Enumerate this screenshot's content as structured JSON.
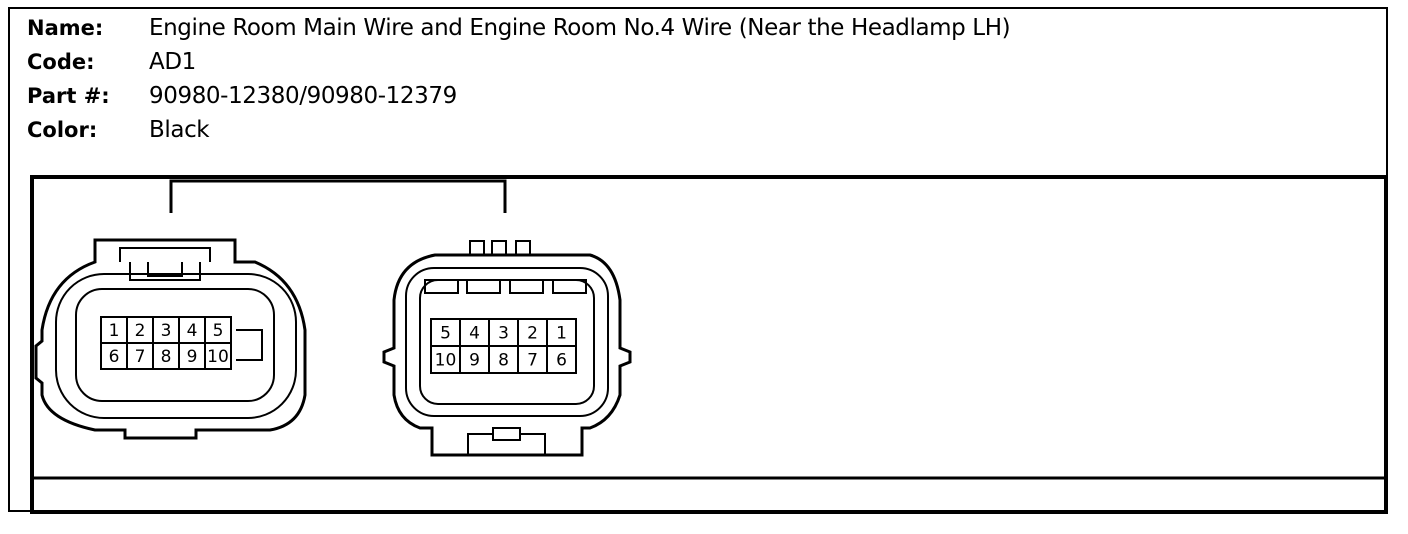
{
  "fields": [
    {
      "label": "Name:",
      "value": "Engine Room Main Wire and Engine Room No.4 Wire (Near the Headlamp LH)"
    },
    {
      "label": "Code:",
      "value": "AD1"
    },
    {
      "label": "Part #:",
      "value": "90980-12380/90980-12379"
    },
    {
      "label": "Color:",
      "value": "Black"
    }
  ],
  "connectors": [
    {
      "side": "left",
      "pins": [
        [
          "1",
          "2",
          "3",
          "4",
          "5"
        ],
        [
          "6",
          "7",
          "8",
          "9",
          "10"
        ]
      ]
    },
    {
      "side": "right",
      "pins": [
        [
          "5",
          "4",
          "3",
          "2",
          "1"
        ],
        [
          "10",
          "9",
          "8",
          "7",
          "6"
        ]
      ]
    }
  ]
}
